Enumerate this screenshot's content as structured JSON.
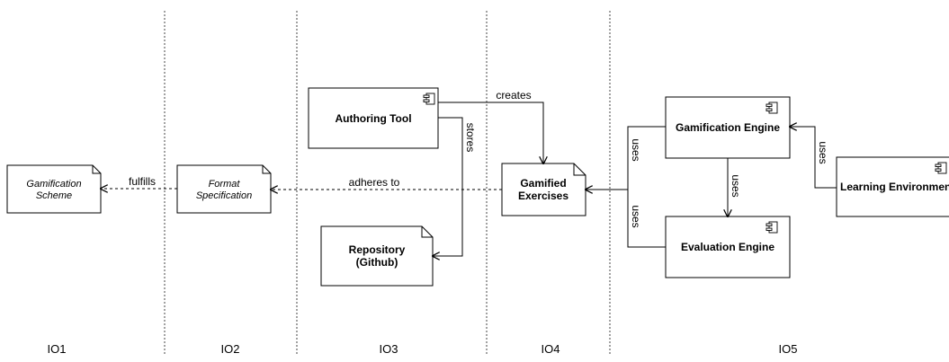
{
  "columns": [
    "IO1",
    "IO2",
    "IO3",
    "IO4",
    "IO5"
  ],
  "documents": {
    "gamification_scheme": [
      "Gamification",
      "Scheme"
    ],
    "format_specification": [
      "Format",
      "Specification"
    ],
    "repository": [
      "Repository",
      "(Github)"
    ],
    "gamified_exercises": [
      "Gamified",
      "Exercises"
    ]
  },
  "components": {
    "authoring_tool": "Authoring Tool",
    "gamification_engine": "Gamification Engine",
    "evaluation_engine": "Evaluation Engine",
    "learning_environment": "Learning Environment"
  },
  "edges": {
    "fulfills": "fulfills",
    "adheres_to": "adheres to",
    "creates": "creates",
    "stores": "stores",
    "uses_ge_left": "uses",
    "uses_ee_left": "uses",
    "uses_ge_ee": "uses",
    "uses_le_ge": "uses"
  }
}
